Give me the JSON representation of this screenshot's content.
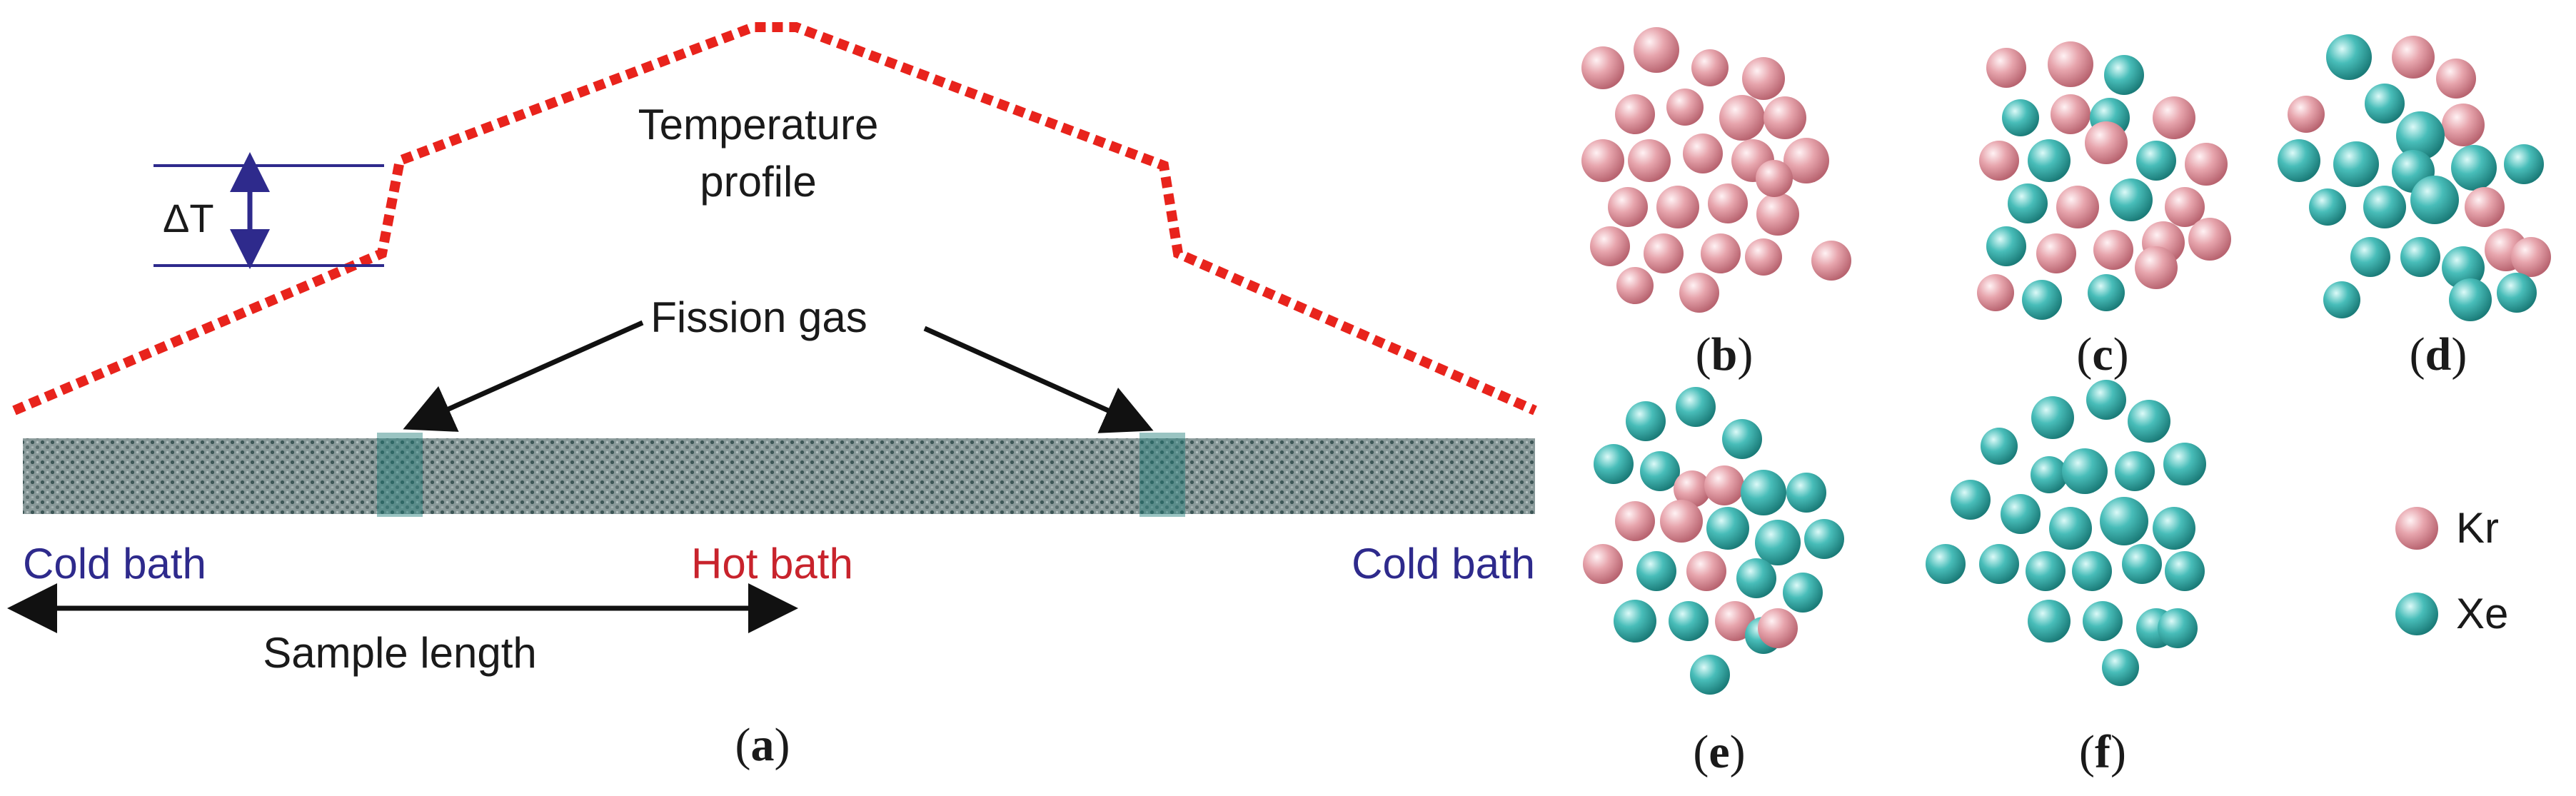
{
  "labels": {
    "temperature_profile_line1": "Temperature",
    "temperature_profile_line2": "profile",
    "delta_t": "ΔT",
    "fission_gas": "Fission gas",
    "cold_bath_left": "Cold bath",
    "hot_bath": "Hot bath",
    "cold_bath_right": "Cold bath",
    "sample_length": "Sample length"
  },
  "panels": {
    "a": {
      "open": "(",
      "letter": "a",
      "close": ")"
    },
    "b": {
      "open": "(",
      "letter": "b",
      "close": ")"
    },
    "c": {
      "open": "(",
      "letter": "c",
      "close": ")"
    },
    "d": {
      "open": "(",
      "letter": "d",
      "close": ")"
    },
    "e": {
      "open": "(",
      "letter": "e",
      "close": ")"
    },
    "f": {
      "open": "(",
      "letter": "f",
      "close": ")"
    }
  },
  "legend": {
    "kr": "Kr",
    "xe": "Xe"
  },
  "colors": {
    "temperature_profile": "#e8231c",
    "cold_bath_text": "#2e2a8c",
    "hot_bath_text": "#c8232c",
    "delta_t_marker": "#2e2a8c",
    "kr_atom": "#e39aa4",
    "xe_atom": "#3fb6b2",
    "text": "#1a1a1a"
  }
}
